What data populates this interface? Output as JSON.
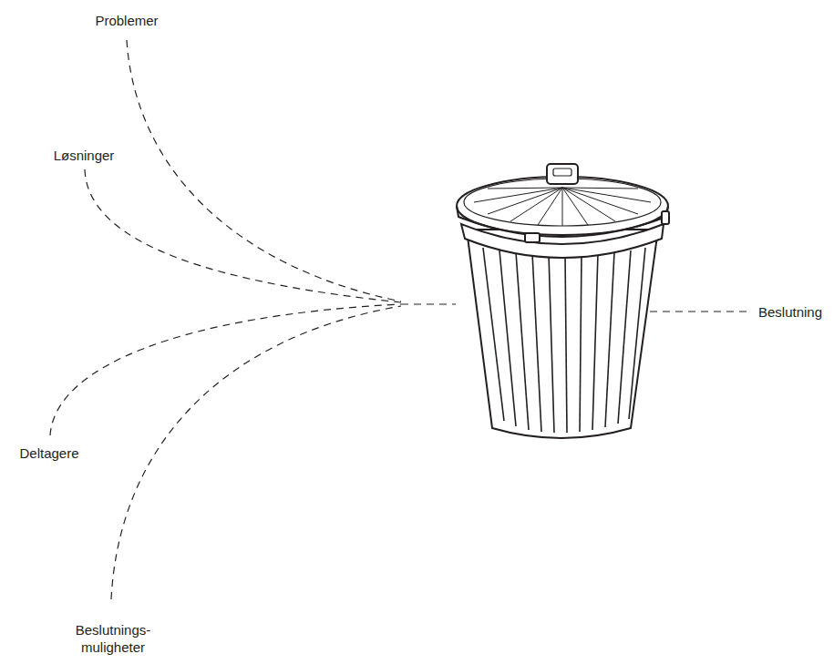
{
  "diagram": {
    "labels": [
      "Problemer",
      "Løsninger",
      "Deltagere",
      "Beslutnings- muligheter",
      "Beslutning"
    ]
  }
}
